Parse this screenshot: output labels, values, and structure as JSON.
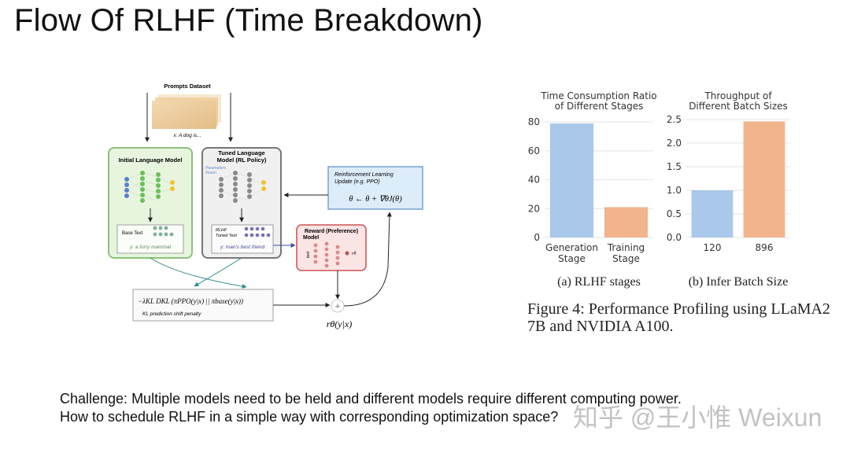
{
  "slide": {
    "title": "Flow Of RLHF (Time Breakdown)",
    "challenge_line1": "Challenge: Multiple models need to be held and different models require different computing power.",
    "challenge_line2": "How to schedule RLHF in a simple way with corresponding optimization space?",
    "watermark": "知乎 @王小惟 Weixun"
  },
  "diagram": {
    "prompts_dataset": "Prompts Dataset",
    "prompt_example": "x: A dog is...",
    "initial_lm": "Initial Language Model",
    "tuned_lm_line1": "Tuned Language",
    "tuned_lm_line2": "Model (RL Policy)",
    "params_frozen_line1": "Parameters",
    "params_frozen_line2": "frozen",
    "rl_update_line1": "Reinforcement Learning",
    "rl_update_line2": "Update (e.g. PPO)",
    "rl_update_formula": "θ ← θ + ∇θJ(θ)",
    "base_text": "Base Text",
    "base_output": "y: a furry mammal",
    "rlhf_tuned_line1": "RLHF",
    "rlhf_tuned_line2": "Tuned Text",
    "tuned_output": "y: man's best friend",
    "reward_model_line1": "Reward (Preference)",
    "reward_model_line2": "Model",
    "reward_input": "text",
    "reward_output": "rθ",
    "kl_formula": "−λKL DKL (πPPO(y|x) || πbase(y|x))",
    "kl_label": "KL prediction shift penalty",
    "plus": "+",
    "reward_formula": "rθ(y|x)"
  },
  "chart_data": [
    {
      "type": "bar",
      "title": "Time Consumption Ratio\nof Different Stages",
      "categories": [
        "Generation\nStage",
        "Training\nStage"
      ],
      "values": [
        79,
        21
      ],
      "colors": [
        "#aac8ea",
        "#f1b48c"
      ],
      "ylim": [
        0,
        85
      ],
      "yticks": [
        0,
        20,
        40,
        60,
        80
      ],
      "grid": true,
      "subcaption": "(a) RLHF stages"
    },
    {
      "type": "bar",
      "title": "Throughput of\nDifferent Batch Sizes",
      "categories": [
        "120",
        "896"
      ],
      "values": [
        1.0,
        2.46
      ],
      "colors": [
        "#aac8ea",
        "#f1b48c"
      ],
      "ylim": [
        0,
        2.6
      ],
      "yticks": [
        0.0,
        0.5,
        1.0,
        1.5,
        2.0,
        2.5
      ],
      "grid": true,
      "subcaption": "(b) Infer Batch Size"
    }
  ],
  "figure_caption": "Figure 4: Performance Profiling using LLaMA2 7B and NVIDIA A100."
}
